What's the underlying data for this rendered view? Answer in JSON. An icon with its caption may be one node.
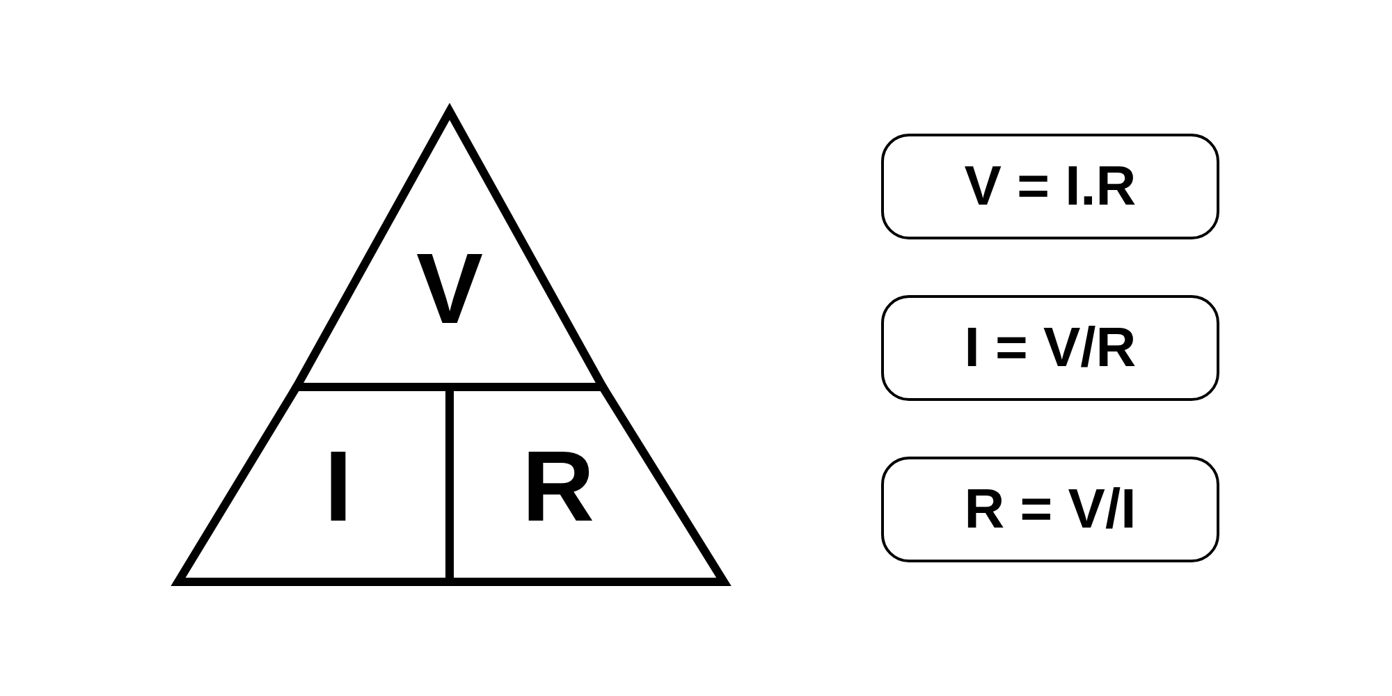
{
  "diagram": {
    "nodes": [
      {
        "text": [
          "V"
        ]
      },
      {
        "text": [
          "I"
        ]
      },
      {
        "text": [
          "R"
        ]
      },
      {
        "text": [
          "V = I.R"
        ]
      },
      {
        "text": [
          "I = V/R"
        ]
      },
      {
        "text": [
          "R = V/I"
        ]
      }
    ],
    "edges": []
  }
}
